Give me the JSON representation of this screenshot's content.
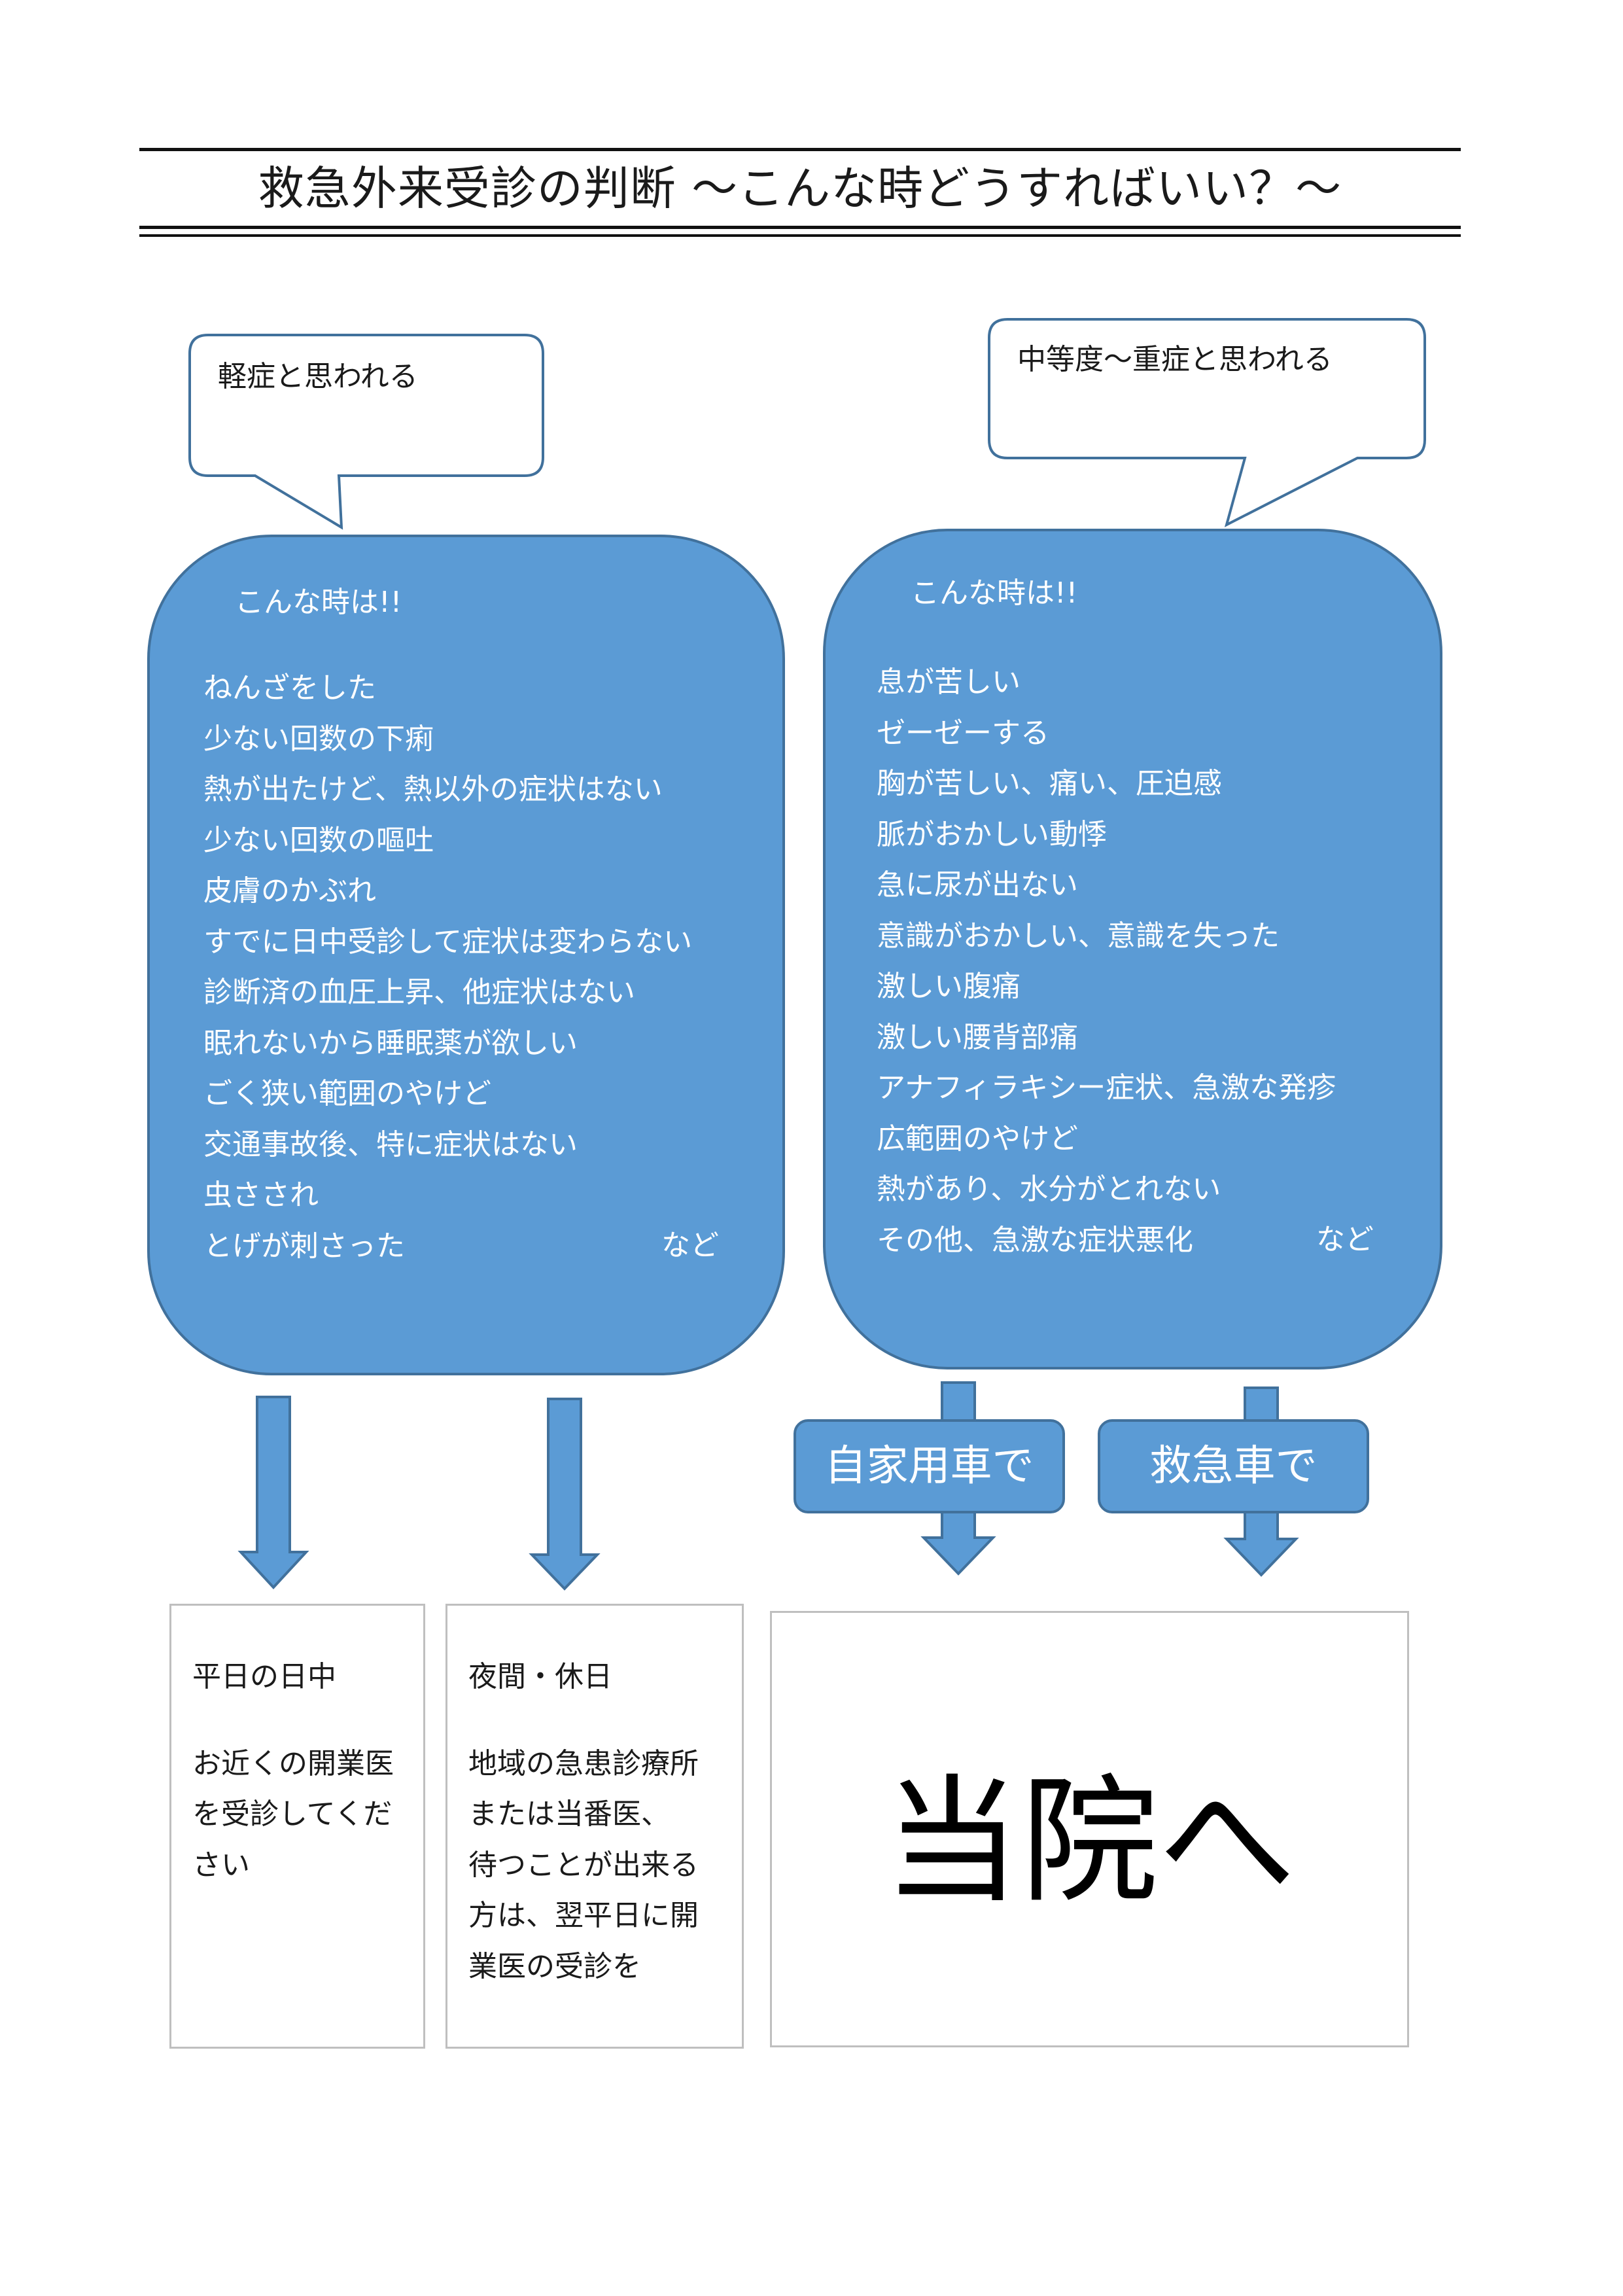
{
  "title": "救急外来受診の判断 〜こんな時どうすればいい？〜",
  "callouts": {
    "mild": "軽症と思われる",
    "severe": "中等度〜重症と思われる"
  },
  "mild_box": {
    "heading": "こんな時は!!",
    "symptoms": [
      "ねんざをした",
      "少ない回数の下痢",
      "熱が出たけど、熱以外の症状はない",
      "少ない回数の嘔吐",
      "皮膚のかぶれ",
      "すでに日中受診して症状は変わらない",
      "診断済の血圧上昇、他症状はない",
      "眠れないから睡眠薬が欲しい",
      "ごく狭い範囲のやけど",
      "交通事故後、特に症状はない",
      "虫さされ",
      "とげが刺さった"
    ],
    "etc": "など"
  },
  "severe_box": {
    "heading": "こんな時は!!",
    "symptoms": [
      "息が苦しい",
      "ゼーゼーする",
      "胸が苦しい、痛い、圧迫感",
      "脈がおかしい動悸",
      "急に尿が出ない",
      "意識がおかしい、意識を失った",
      "激しい腹痛",
      "激しい腰背部痛",
      "アナフィラキシー症状、急激な発疹",
      "広範囲のやけど",
      "熱があり、水分がとれない",
      "その他、急激な症状悪化"
    ],
    "etc": "など"
  },
  "transport": {
    "private_car": "自家用車で",
    "ambulance": "救急車で"
  },
  "destinations": {
    "weekday": {
      "label": "平日の日中",
      "lines": [
        "お近くの開業医",
        "を受診してくだ",
        "さい"
      ]
    },
    "night_holiday": {
      "label": "夜間・休日",
      "lines": [
        "地域の急患診療所",
        "または当番医、",
        "待つことが出来る",
        "方は、翌平日に開",
        "業医の受診を"
      ]
    },
    "hospital": "当院へ"
  },
  "colors": {
    "box_fill": "#5b9bd5",
    "box_border": "#41719c",
    "text_on_blue": "#ffffff",
    "dest_border": "#bfbfbf"
  }
}
